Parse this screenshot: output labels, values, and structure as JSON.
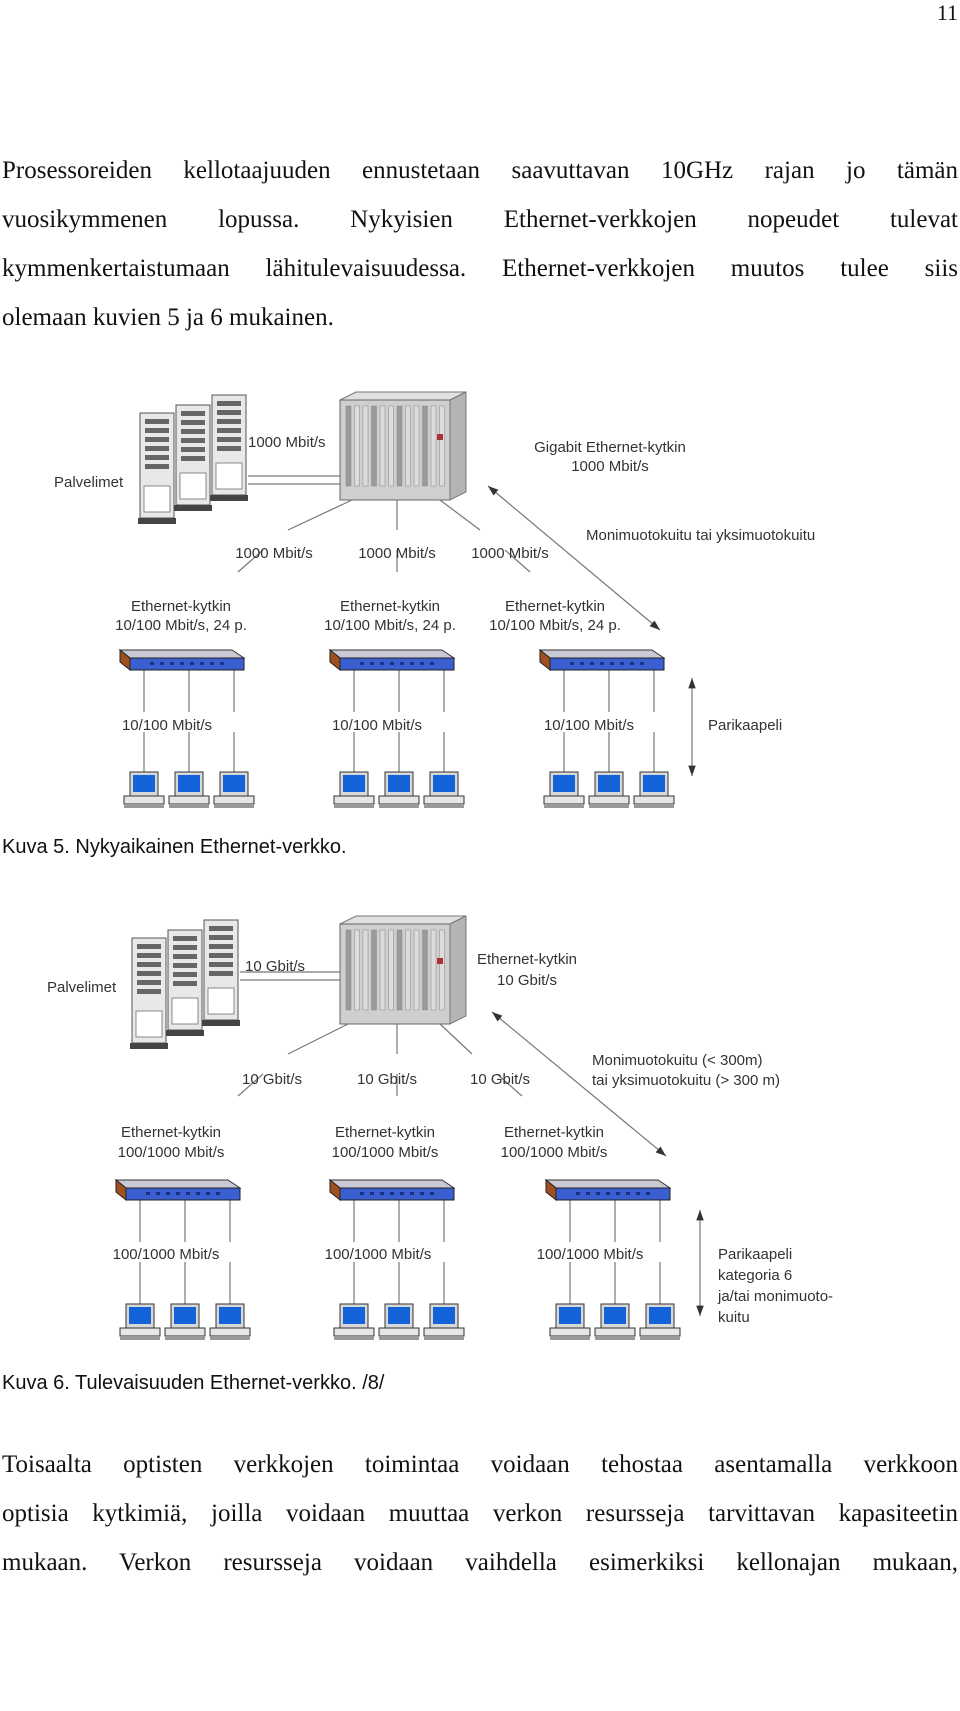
{
  "page_number": "11",
  "intro_paragraph": {
    "lines": [
      "Prosessoreiden kellotaajuuden ennustetaan saavuttavan 10GHz rajan jo tämän",
      "vuosikymmenen lopussa. Nykyisien Ethernet-verkkojen nopeudet tulevat",
      "kymmenkertaistumaan lähitulevaisuudessa. Ethernet-verkkojen muutos tulee siis",
      "olemaan kuvien  5 ja 6 mukainen."
    ]
  },
  "figure5": {
    "caption": "Kuva 5. Nykyaikainen Ethernet-verkko.",
    "servers_label": "Palvelimet",
    "server_link_label": "1000 Mbit/s",
    "core_switch_label": [
      "Gigabit Ethernet-kytkin",
      "1000 Mbit/s"
    ],
    "fiber_label": "Monimuotokuitu tai yksimuotokuitu",
    "uplink_labels": [
      "1000 Mbit/s",
      "1000 Mbit/s",
      "1000 Mbit/s"
    ],
    "edge_switches": [
      [
        "Ethernet-kytkin",
        "10/100 Mbit/s, 24 p."
      ],
      [
        "Ethernet-kytkin",
        "10/100 Mbit/s, 24 p."
      ],
      [
        "Ethernet-kytkin",
        "10/100 Mbit/s, 24 p."
      ]
    ],
    "access_labels": [
      "10/100 Mbit/s",
      "10/100 Mbit/s",
      "10/100 Mbit/s"
    ],
    "cable_label": [
      "Parikaapeli"
    ]
  },
  "figure6": {
    "caption": "Kuva 6. Tulevaisuuden Ethernet-verkko. /8/",
    "servers_label": "Palvelimet",
    "server_link_label": "10 Gbit/s",
    "core_switch_label": [
      "Ethernet-kytkin",
      "10 Gbit/s"
    ],
    "fiber_label": [
      "Monimuotokuitu (< 300m)",
      "tai yksimuotokuitu (> 300 m)"
    ],
    "uplink_labels": [
      "10 Gbit/s",
      "10 Gbit/s",
      "10 Gbit/s"
    ],
    "edge_switches": [
      [
        "Ethernet-kytkin",
        "100/1000 Mbit/s"
      ],
      [
        "Ethernet-kytkin",
        "100/1000 Mbit/s"
      ],
      [
        "Ethernet-kytkin",
        "100/1000 Mbit/s"
      ]
    ],
    "access_labels": [
      "100/1000 Mbit/s",
      "100/1000 Mbit/s",
      "100/1000 Mbit/s"
    ],
    "cable_label": [
      "Parikaapeli",
      "kategoria 6",
      "ja/tai monimuoto-",
      "kuitu"
    ]
  },
  "closing_paragraph": {
    "lines": [
      "Toisaalta optisten verkkojen toimintaa voidaan tehostaa asentamalla verkkoon",
      "optisia kytkimiä, joilla voidaan muuttaa verkon resursseja tarvittavan kapasiteetin",
      "mukaan. Verkon resursseja voidaan vaihdella esimerkiksi kellonajan mukaan,"
    ]
  },
  "colors": {
    "switch_body": "#c9c9d6",
    "switch_top": "#3a5fd0",
    "switch_ports": "#1d2f80",
    "screen": "#1463d8",
    "cabinet": "#cfcfcf",
    "line": "#777777"
  }
}
